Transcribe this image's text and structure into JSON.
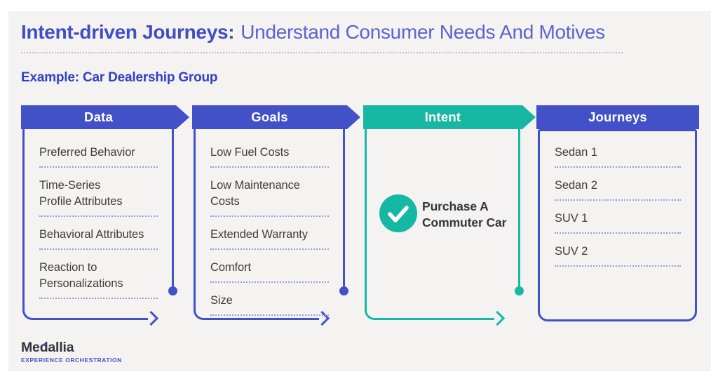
{
  "title": {
    "bold": "Intent-driven Journeys:",
    "light": "Understand Consumer Needs And Motives"
  },
  "example_label": "Example: Car Dealership Group",
  "columns": [
    {
      "title": "Data",
      "items": [
        "Preferred Behavior",
        "Time-Series\nProfile Attributes",
        "Behavioral Attributes",
        "Reaction to\nPersonalizations"
      ]
    },
    {
      "title": "Goals",
      "items": [
        "Low Fuel Costs",
        "Low Maintenance Costs",
        "Extended Warranty",
        "Comfort",
        "Size"
      ]
    },
    {
      "title": "Intent",
      "items": []
    },
    {
      "title": "Journeys",
      "items": [
        "Sedan 1",
        "Sedan 2",
        "SUV 1",
        "SUV 2"
      ]
    }
  ],
  "intent": {
    "icon": "checkmark-icon",
    "label": "Purchase A\nCommuter Car"
  },
  "logo": {
    "name": "Medallia",
    "tagline": "EXPERIENCE ORCHESTRATION"
  },
  "colors": {
    "blue": "#4251c8",
    "teal": "#16b7a3",
    "title_bold": "#414dc7",
    "title_light": "#5a64d2",
    "example_blue": "#3340c6",
    "item_text": "#3d3d3d",
    "item_divider": "#959cdd",
    "background": "#f4f3f1",
    "logo_text": "#32353f",
    "logo_accent": "#4353c9"
  }
}
